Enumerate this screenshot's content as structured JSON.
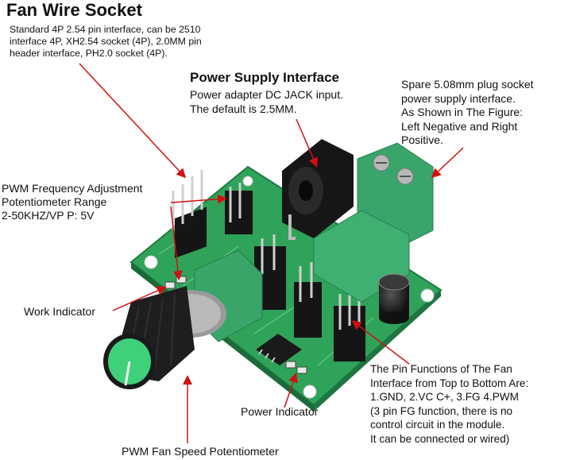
{
  "labels": {
    "fan_title": "Fan Wire Socket",
    "fan_desc": "Standard 4P 2.54 pin interface, can be 2510\ninterface 4P, XH2.54 socket (4P), 2.0MM pin\nheader interface, PH2.0 socket (4P).",
    "psu_title": "Power Supply Interface",
    "psu_desc": "Power adapter DC JACK input.\nThe default is 2.5MM.",
    "spare": "Spare 5.08mm plug socket\n power supply interface.\nAs Shown in The Figure:\nLeft Negative and Right\nPositive.",
    "pwm_freq": "PWM Frequency Adjustment\nPotentiometer Range\n2-50KHZ/VP P: 5V",
    "work_indicator": "Work Indicator",
    "power_indicator": "Power Indicator",
    "pwm_pot": "PWM Fan Speed Potentiometer",
    "pin_func": "The Pin Functions of The Fan\nInterface from Top to Bottom Are:\n1.GND, 2.VC C+, 3.FG  4.PWM\n(3 pin FG function, there is no\ncontrol circuit in the module.\nIt can be connected or wired)"
  },
  "colors": {
    "pcb": "#2fa35a",
    "terminal": "#3aa56a",
    "knob": "#1e1e1e",
    "knob_cap": "#3fd07a",
    "arrow": "#d01010"
  }
}
